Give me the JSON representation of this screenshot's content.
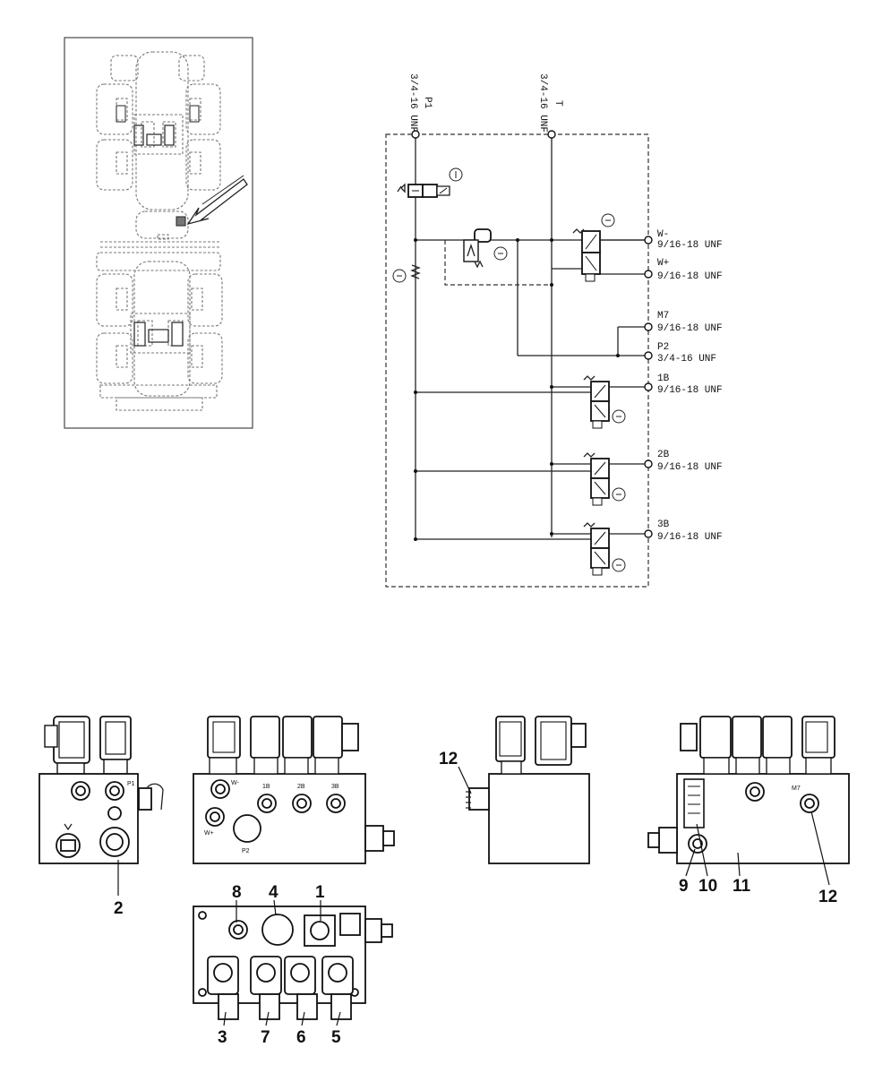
{
  "schematic": {
    "top_ports": {
      "p1": {
        "name": "P1",
        "thread": "3/4-16 UNF"
      },
      "t": {
        "name": "T",
        "thread": "3/4-16 UNF"
      }
    },
    "right_ports": [
      {
        "name": "W-",
        "thread": "9/16-18 UNF"
      },
      {
        "name": "W+",
        "thread": "9/16-18 UNF"
      },
      {
        "name": "M7",
        "thread": "9/16-18 UNF"
      },
      {
        "name": "P2",
        "thread": "3/4-16 UNF"
      },
      {
        "name": "1B",
        "thread": "9/16-18 UNF"
      },
      {
        "name": "2B",
        "thread": "9/16-18 UNF"
      },
      {
        "name": "3B",
        "thread": "9/16-18 UNF"
      }
    ],
    "face_port_labels": [
      "W-",
      "1B",
      "2B",
      "3B",
      "W+",
      "P2",
      "M7"
    ]
  },
  "callouts": {
    "c2": "2",
    "c12a": "12",
    "c8": "8",
    "c4": "4",
    "c1": "1",
    "c3": "3",
    "c7": "7",
    "c6": "6",
    "c5": "5",
    "c9": "9",
    "c10": "10",
    "c11": "11",
    "c12b": "12"
  }
}
